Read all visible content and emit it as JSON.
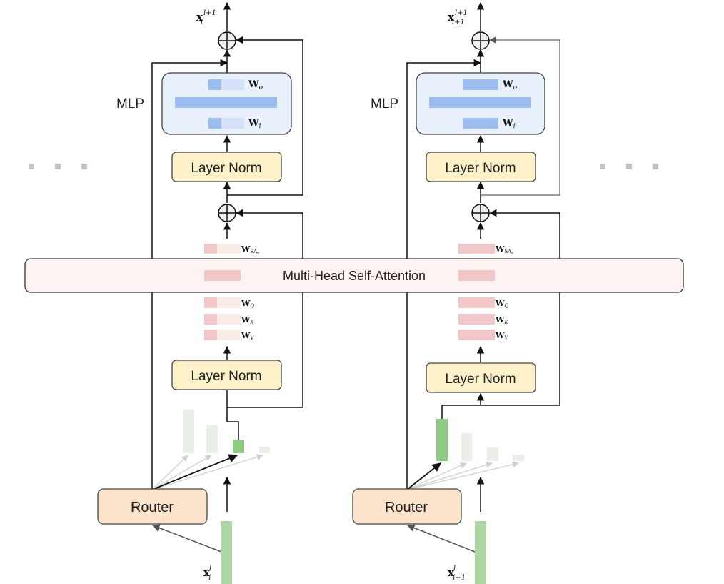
{
  "labels": {
    "mlp": "MLP",
    "layer_norm": "Layer Norm",
    "router": "Router",
    "mhsa": "Multi-Head Self-Attention"
  },
  "math": {
    "w_o": "W",
    "w_o_sub": "o",
    "w_i": "W",
    "w_i_sub": "i",
    "w_sa": "W",
    "w_sa_sub": "SA",
    "w_sa_subsub": "o",
    "w_q": "W",
    "w_q_sub": "Q",
    "w_k": "W",
    "w_k_sub": "K",
    "w_v": "W",
    "w_v_sub": "V",
    "left_in_base": "x",
    "left_in_sup": "l",
    "left_in_sub": "i",
    "left_out_base": "x",
    "left_out_sup": "l+1",
    "left_out_sub": "i",
    "right_in_base": "x",
    "right_in_sup": "l",
    "right_in_sub": "i+1",
    "right_out_base": "x",
    "right_out_sup": "l+1",
    "right_out_sub": "i+1"
  },
  "colors": {
    "mlp_fill": "#e8f0fb",
    "layer_norm_fill": "#fdf1c9",
    "router_fill": "#fbe3cc",
    "mhsa_fill": "#fdf3f3",
    "mlp_weight": "#9dbcf0",
    "attn_weight": "#f2c7c9",
    "token_bar": "#aed6a4"
  }
}
